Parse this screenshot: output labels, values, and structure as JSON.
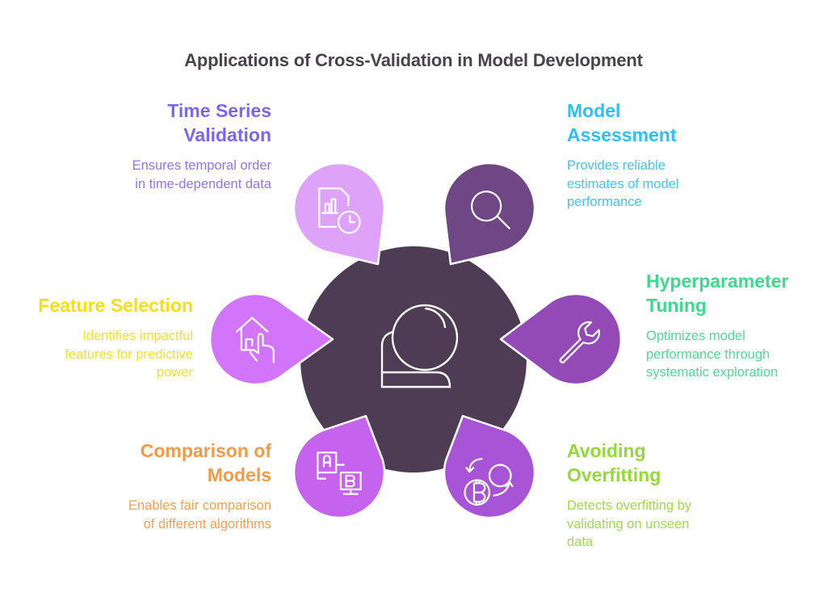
{
  "title": "Applications of Cross-Validation in Model Development",
  "center": {
    "icon": "crystal-ball-icon",
    "color": "#4e3c55"
  },
  "items": [
    {
      "key": "time-series",
      "title": "Time Series Validation",
      "title_lines": [
        "Time Series",
        "Validation"
      ],
      "description_lines": [
        "Ensures temporal order",
        "in time-dependent data"
      ],
      "icon": "chart-clock-icon",
      "pin_color": "#dfa2f9",
      "text_color": "#7a66f0"
    },
    {
      "key": "model-assessment",
      "title": "Model Assessment",
      "title_lines": [
        "Model",
        "Assessment"
      ],
      "description_lines": [
        "Provides reliable",
        "estimates of model",
        "performance"
      ],
      "icon": "magnifier-icon",
      "pin_color": "#6e4784",
      "text_color": "#2cc0f5"
    },
    {
      "key": "hyperparameter",
      "title": "Hyperparameter Tuning",
      "title_lines": [
        "Hyperparameter",
        "Tuning"
      ],
      "description_lines": [
        "Optimizes model",
        "performance through",
        "systematic exploration"
      ],
      "icon": "wrench-icon",
      "pin_color": "#934ab7",
      "text_color": "#3ed98e"
    },
    {
      "key": "overfitting",
      "title": "Avoiding Overfitting",
      "title_lines": [
        "Avoiding",
        "Overfitting"
      ],
      "description_lines": [
        "Detects overfitting by",
        "validating on unseen",
        "data"
      ],
      "icon": "currency-exchange-icon",
      "pin_color": "#a755d6",
      "text_color": "#94d83a"
    },
    {
      "key": "comparison",
      "title": "Comparison of Models",
      "title_lines": [
        "Comparison of",
        "Models"
      ],
      "description_lines": [
        "Enables fair comparison",
        "of different algorithms"
      ],
      "icon": "ab-test-icon",
      "pin_color": "#c563ee",
      "text_color": "#f49a46"
    },
    {
      "key": "feature-selection",
      "title": "Feature Selection",
      "title_lines": [
        "Feature Selection"
      ],
      "description_lines": [
        "Identifies impactful",
        "features for predictive",
        "power"
      ],
      "icon": "house-hand-icon",
      "pin_color": "#d375fa",
      "text_color": "#f6de18"
    }
  ]
}
